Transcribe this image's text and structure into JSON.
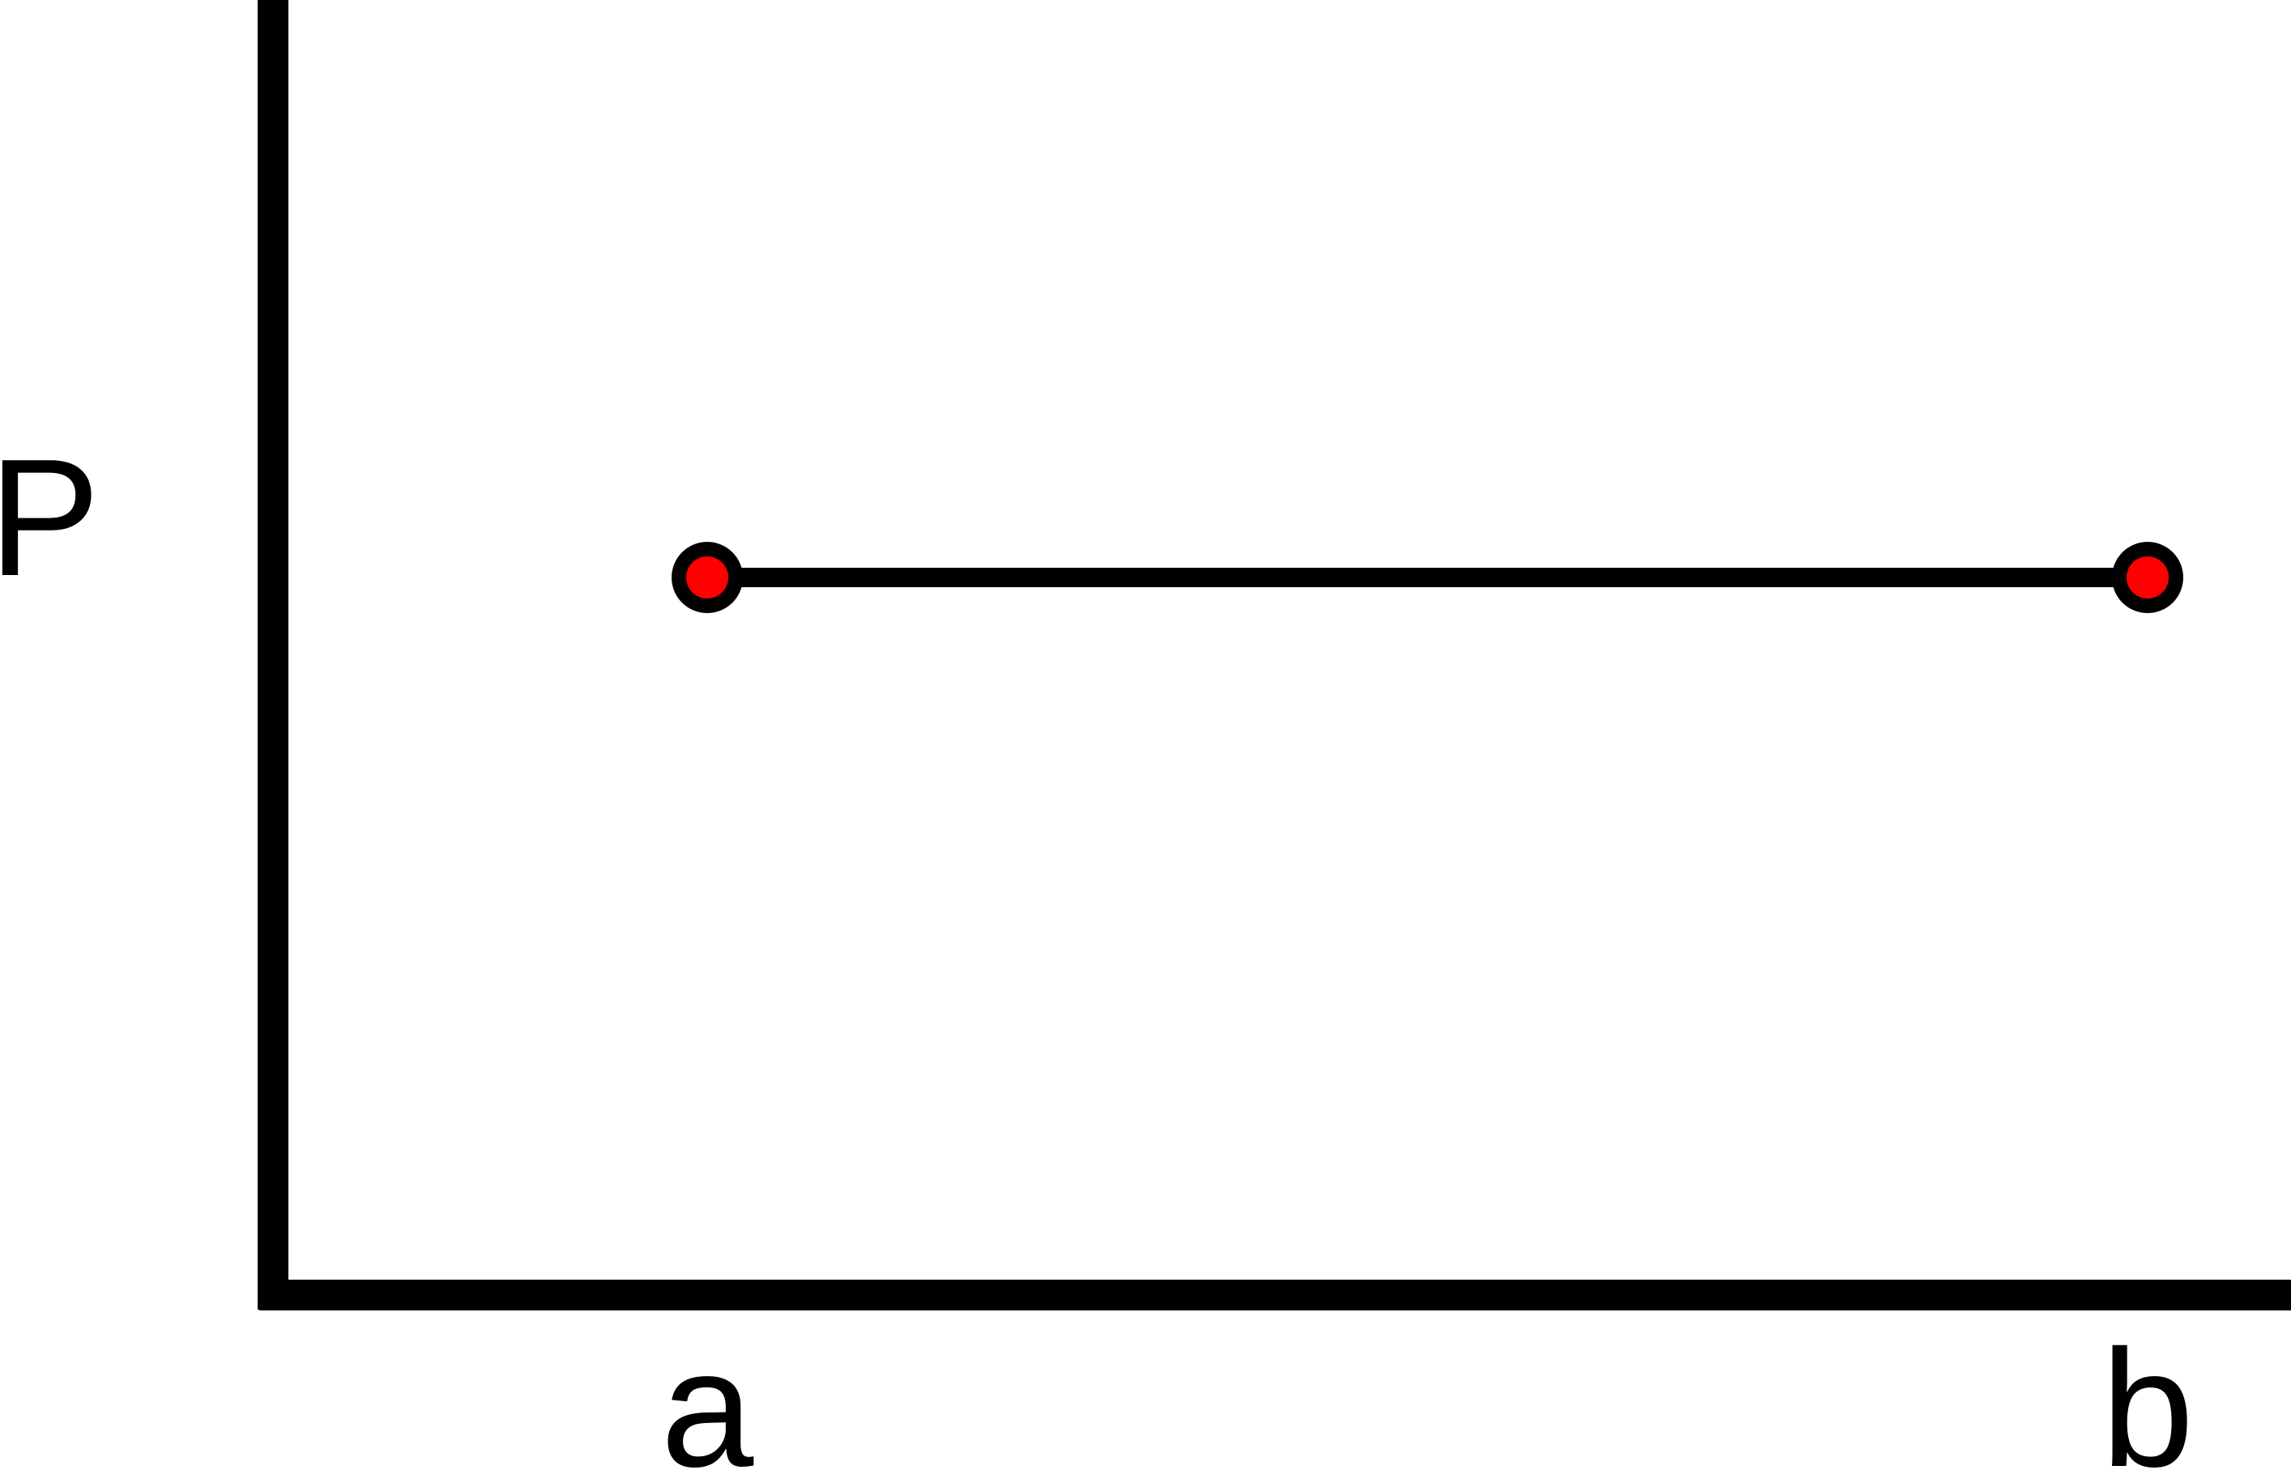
{
  "labels": {
    "y_axis": "P",
    "point_a": "a",
    "point_b": "b"
  },
  "colors": {
    "ink": "#000000",
    "point_fill": "#ff0000",
    "background": "#ffffff"
  }
}
